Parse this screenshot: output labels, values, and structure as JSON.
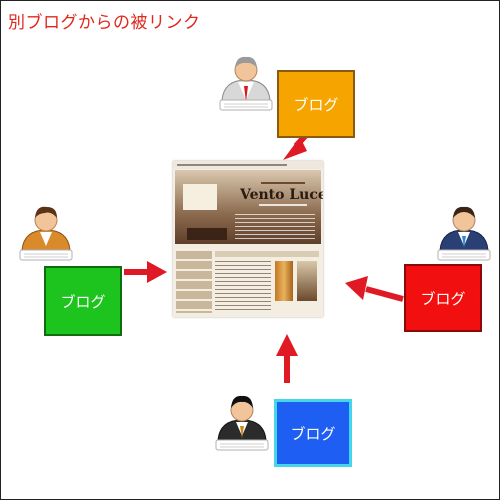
{
  "title": "別ブログからの被リンク",
  "blogs": {
    "orange": "ブログ",
    "green": "ブログ",
    "red": "ブログ",
    "blue": "ブログ"
  },
  "site": {
    "name": "Vento Luce"
  },
  "colors": {
    "title": "#e0281c",
    "arrow": "#e01a24",
    "orange": "#f6a400",
    "green": "#1ec41e",
    "red": "#f10f0f",
    "blue": "#1e5ef2"
  }
}
